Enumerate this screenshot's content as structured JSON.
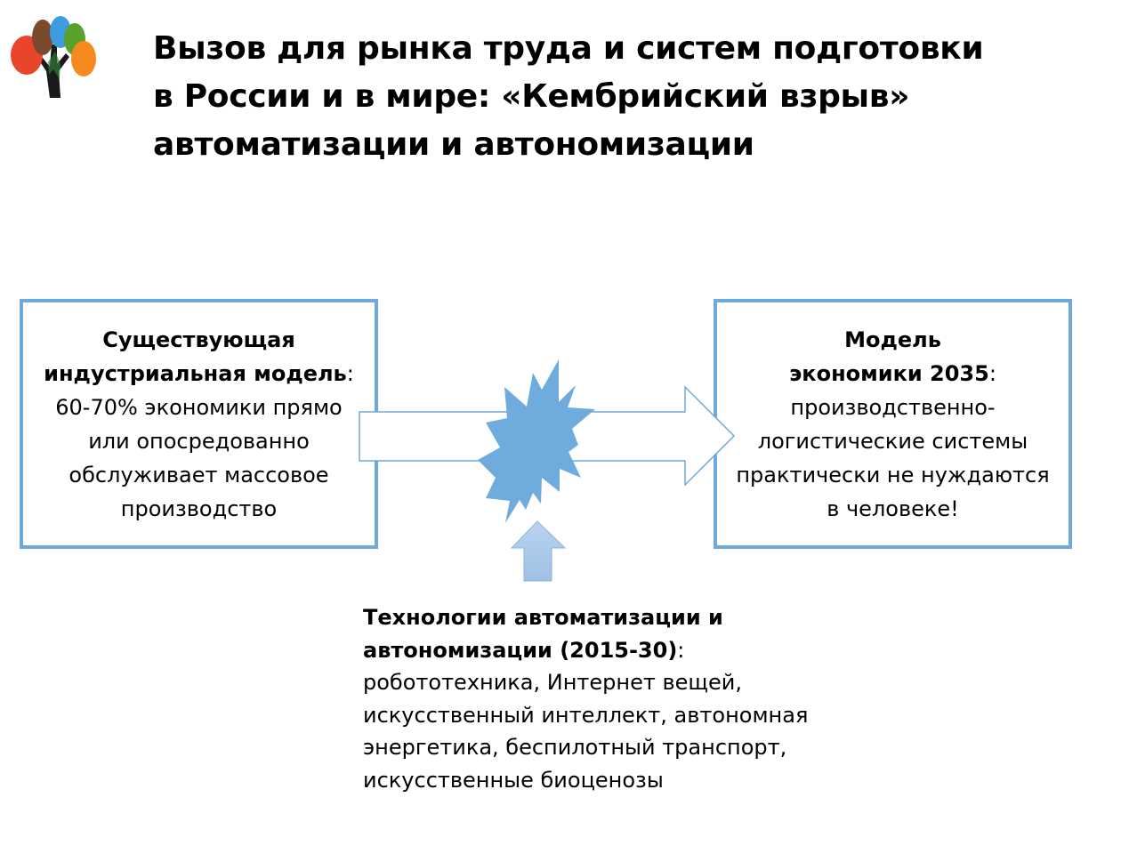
{
  "title": {
    "lines": [
      "Вызов для рынка труда и систем подготовки",
      "в России и в мире: «Кембрийский взрыв»",
      "автоматизации и автономизации"
    ]
  },
  "left_box": {
    "heading_lines": [
      "Существующая",
      "индустриальная модель"
    ],
    "colon": ":",
    "body_lines": [
      "60-70% экономики прямо",
      "или опосредованно",
      "обслуживает массовое",
      "производство"
    ]
  },
  "right_box": {
    "heading_lines": [
      "Модель",
      "экономики 2035"
    ],
    "colon": ":",
    "body_lines": [
      "производственно-",
      "логистические системы",
      "практически не нуждаются",
      "в человеке!"
    ]
  },
  "bottom": {
    "heading_lines": [
      "Технологии автоматизации и",
      "автономизации (2015-30)"
    ],
    "colon": ":",
    "body_lines": [
      "робототехника, Интернет вещей,",
      "искусственный интеллект, автономная",
      "энергетика, беспилотный транспорт,",
      "искусственные биоценозы"
    ]
  },
  "colors": {
    "accent": "#6fa8dc",
    "arrow_up": "#a9c8e8"
  }
}
